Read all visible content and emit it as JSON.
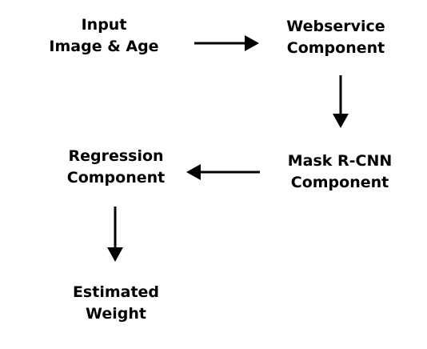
{
  "nodes": {
    "input": {
      "line1": "Input",
      "line2": "Image & Age"
    },
    "webservice": {
      "line1": "Webservice",
      "line2": "Component"
    },
    "mask_rcnn": {
      "line1": "Mask R-CNN",
      "line2": "Component"
    },
    "regression": {
      "line1": "Regression",
      "line2": "Component"
    },
    "estimated": {
      "line1": "Estimated",
      "line2": "Weight"
    }
  },
  "edges": [
    {
      "from": "input",
      "to": "webservice"
    },
    {
      "from": "webservice",
      "to": "mask_rcnn"
    },
    {
      "from": "mask_rcnn",
      "to": "regression"
    },
    {
      "from": "regression",
      "to": "estimated"
    }
  ],
  "colors": {
    "text": "#000000",
    "arrow": "#000000",
    "background": "#ffffff"
  }
}
